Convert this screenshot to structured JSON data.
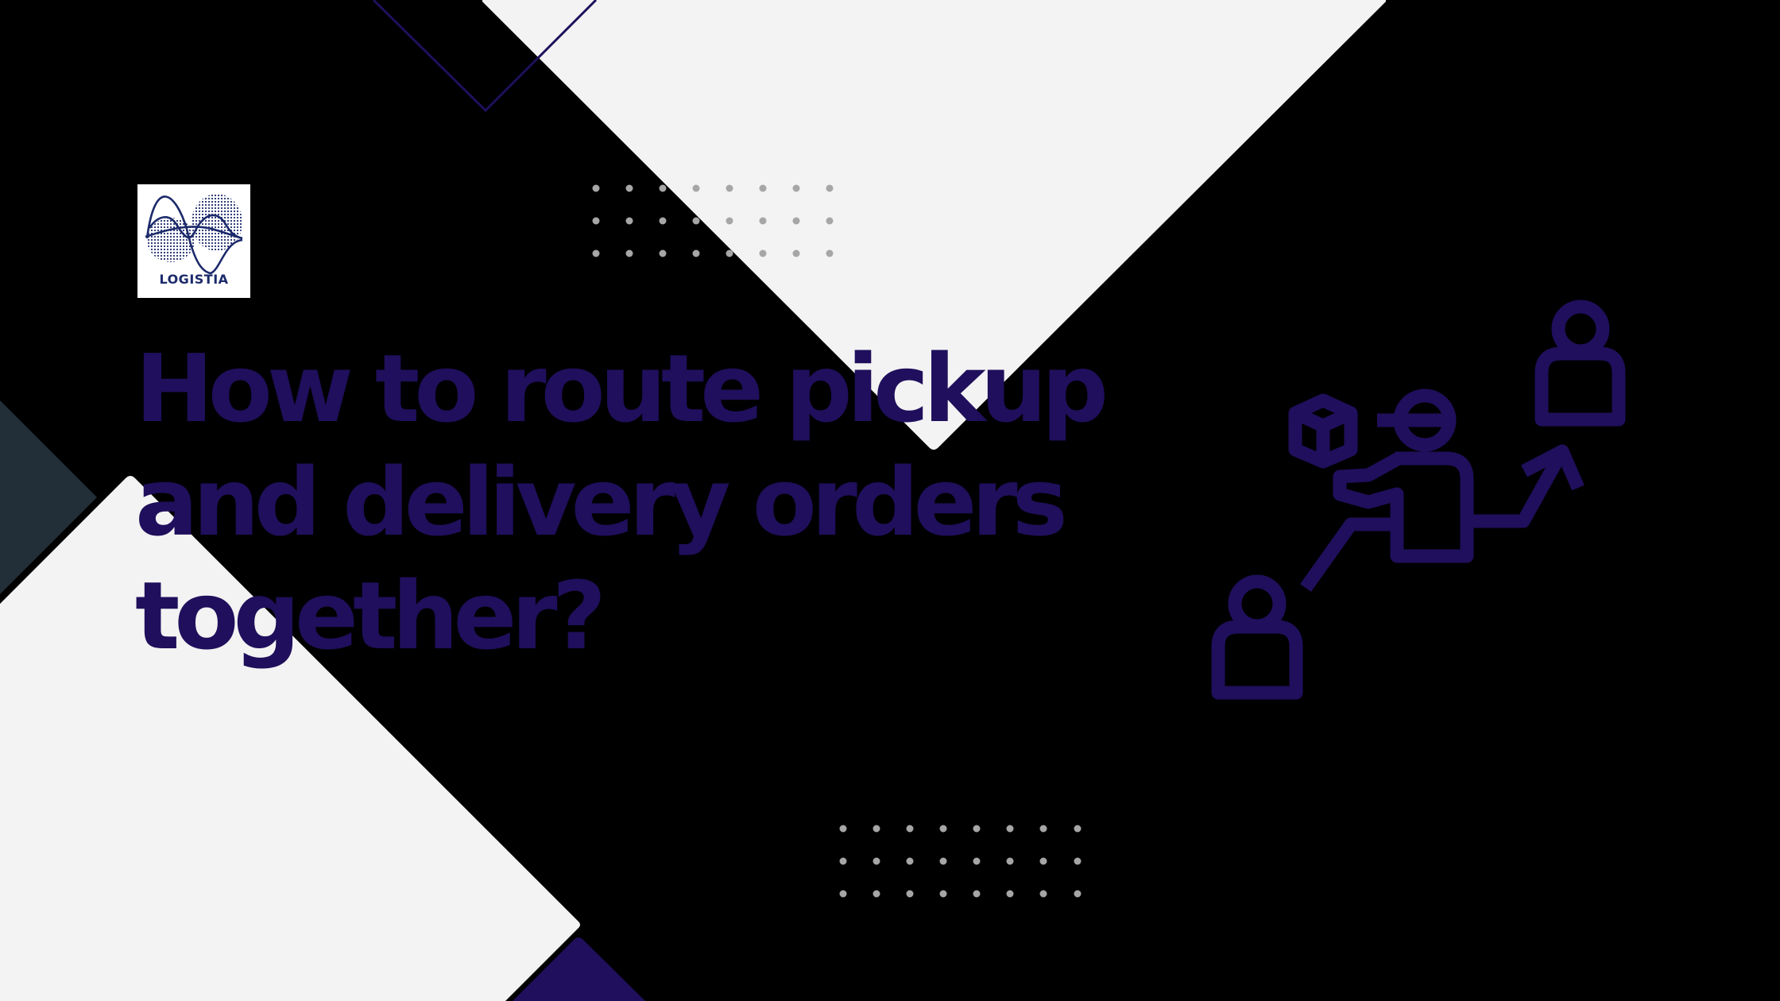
{
  "brand": {
    "logo_text": "LOGISTIA"
  },
  "headline": {
    "lines": [
      "How to route pickup",
      "and delivery orders",
      "together?"
    ]
  },
  "illustration": {
    "description": "delivery person handing a parcel, route line from one customer to another with arrow",
    "icons": [
      "parcel-box-icon",
      "courier-icon",
      "customer-icon",
      "recipient-icon",
      "route-arrow-icon"
    ]
  },
  "colors": {
    "background": "#000000",
    "light_shape": "#F3F3F3",
    "navy": "#1F0F5C",
    "slate": "#222F38",
    "dots": "#A6A6A6",
    "logo_blue": "#1C2A6B"
  }
}
